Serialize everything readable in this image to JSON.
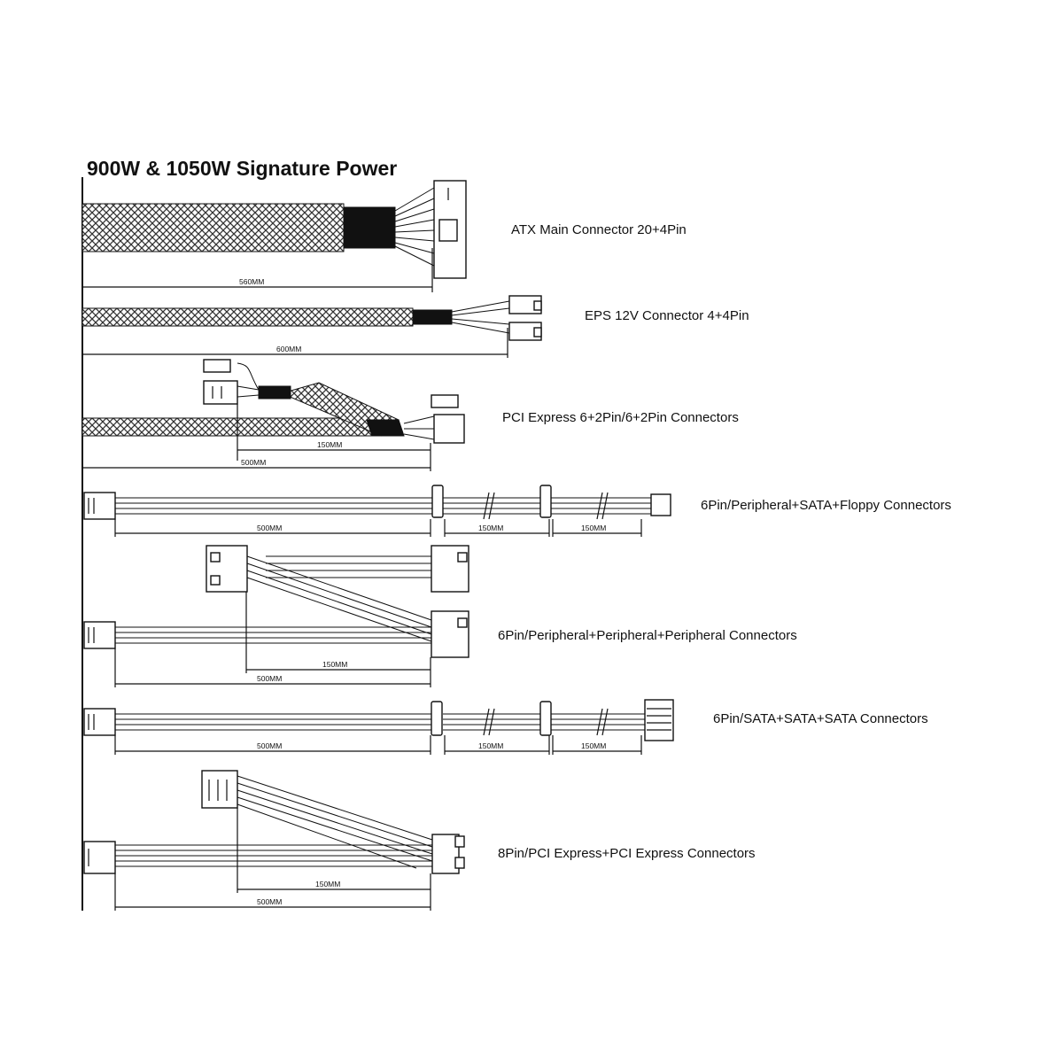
{
  "diagram": {
    "title": "900W & 1050W Signature Power",
    "cables": [
      {
        "name": "ATX Main Connector 20+4Pin",
        "dimensions": [
          "560MM"
        ]
      },
      {
        "name": "EPS 12V Connector 4+4Pin",
        "dimensions": [
          "600MM"
        ]
      },
      {
        "name": "PCI Express 6+2Pin/6+2Pin Connectors",
        "dimensions": [
          "150MM",
          "500MM"
        ]
      },
      {
        "name": "6Pin/Peripheral+SATA+Floppy Connectors",
        "dimensions": [
          "500MM",
          "150MM",
          "150MM"
        ]
      },
      {
        "name": "6Pin/Peripheral+Peripheral+Peripheral Connectors",
        "dimensions": [
          "150MM",
          "500MM"
        ]
      },
      {
        "name": "6Pin/SATA+SATA+SATA Connectors",
        "dimensions": [
          "500MM",
          "150MM",
          "150MM"
        ]
      },
      {
        "name": "8Pin/PCI Express+PCI Express Connectors",
        "dimensions": [
          "150MM",
          "500MM"
        ]
      }
    ]
  }
}
